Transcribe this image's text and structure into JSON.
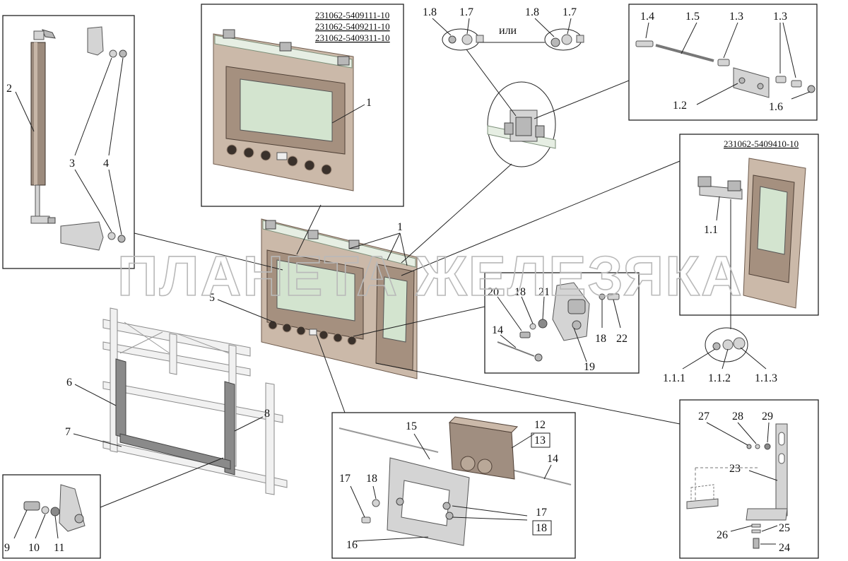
{
  "watermark": "ПЛАНЕТА ЖЕЛЕЗЯКА",
  "part_numbers": {
    "top_a": "231062-5409111-10",
    "top_b": "231062-5409211-10",
    "top_c": "231062-5409311-10",
    "right": "231062-5409410-10"
  },
  "or_word": "или",
  "labels": {
    "l1_top": "1",
    "l1_main": "1",
    "l1_1": "1.1",
    "l1_1_1": "1.1.1",
    "l1_1_2": "1.1.2",
    "l1_1_3": "1.1.3",
    "l1_2": "1.2",
    "l1_3a": "1.3",
    "l1_3b": "1.3",
    "l1_4": "1.4",
    "l1_5": "1.5",
    "l1_6": "1.6",
    "l1_7a": "1.7",
    "l1_7b": "1.7",
    "l1_8a": "1.8",
    "l1_8b": "1.8",
    "l2": "2",
    "l3": "3",
    "l4": "4",
    "l5": "5",
    "l6": "6",
    "l7": "7",
    "l8": "8",
    "l9": "9",
    "l10": "10",
    "l11": "11",
    "l12": "12",
    "l13": "13",
    "l14a": "14",
    "l14b": "14",
    "l15": "15",
    "l16": "16",
    "l17a": "17",
    "l17b": "17",
    "l18a": "18",
    "l18b": "18",
    "l18c": "18",
    "l18d": "18",
    "l19": "19",
    "l20": "20",
    "l21": "21",
    "l22": "22",
    "l23": "23",
    "l24": "24",
    "l25": "25",
    "l26": "26",
    "l27": "27",
    "l28": "28",
    "l29": "29"
  }
}
